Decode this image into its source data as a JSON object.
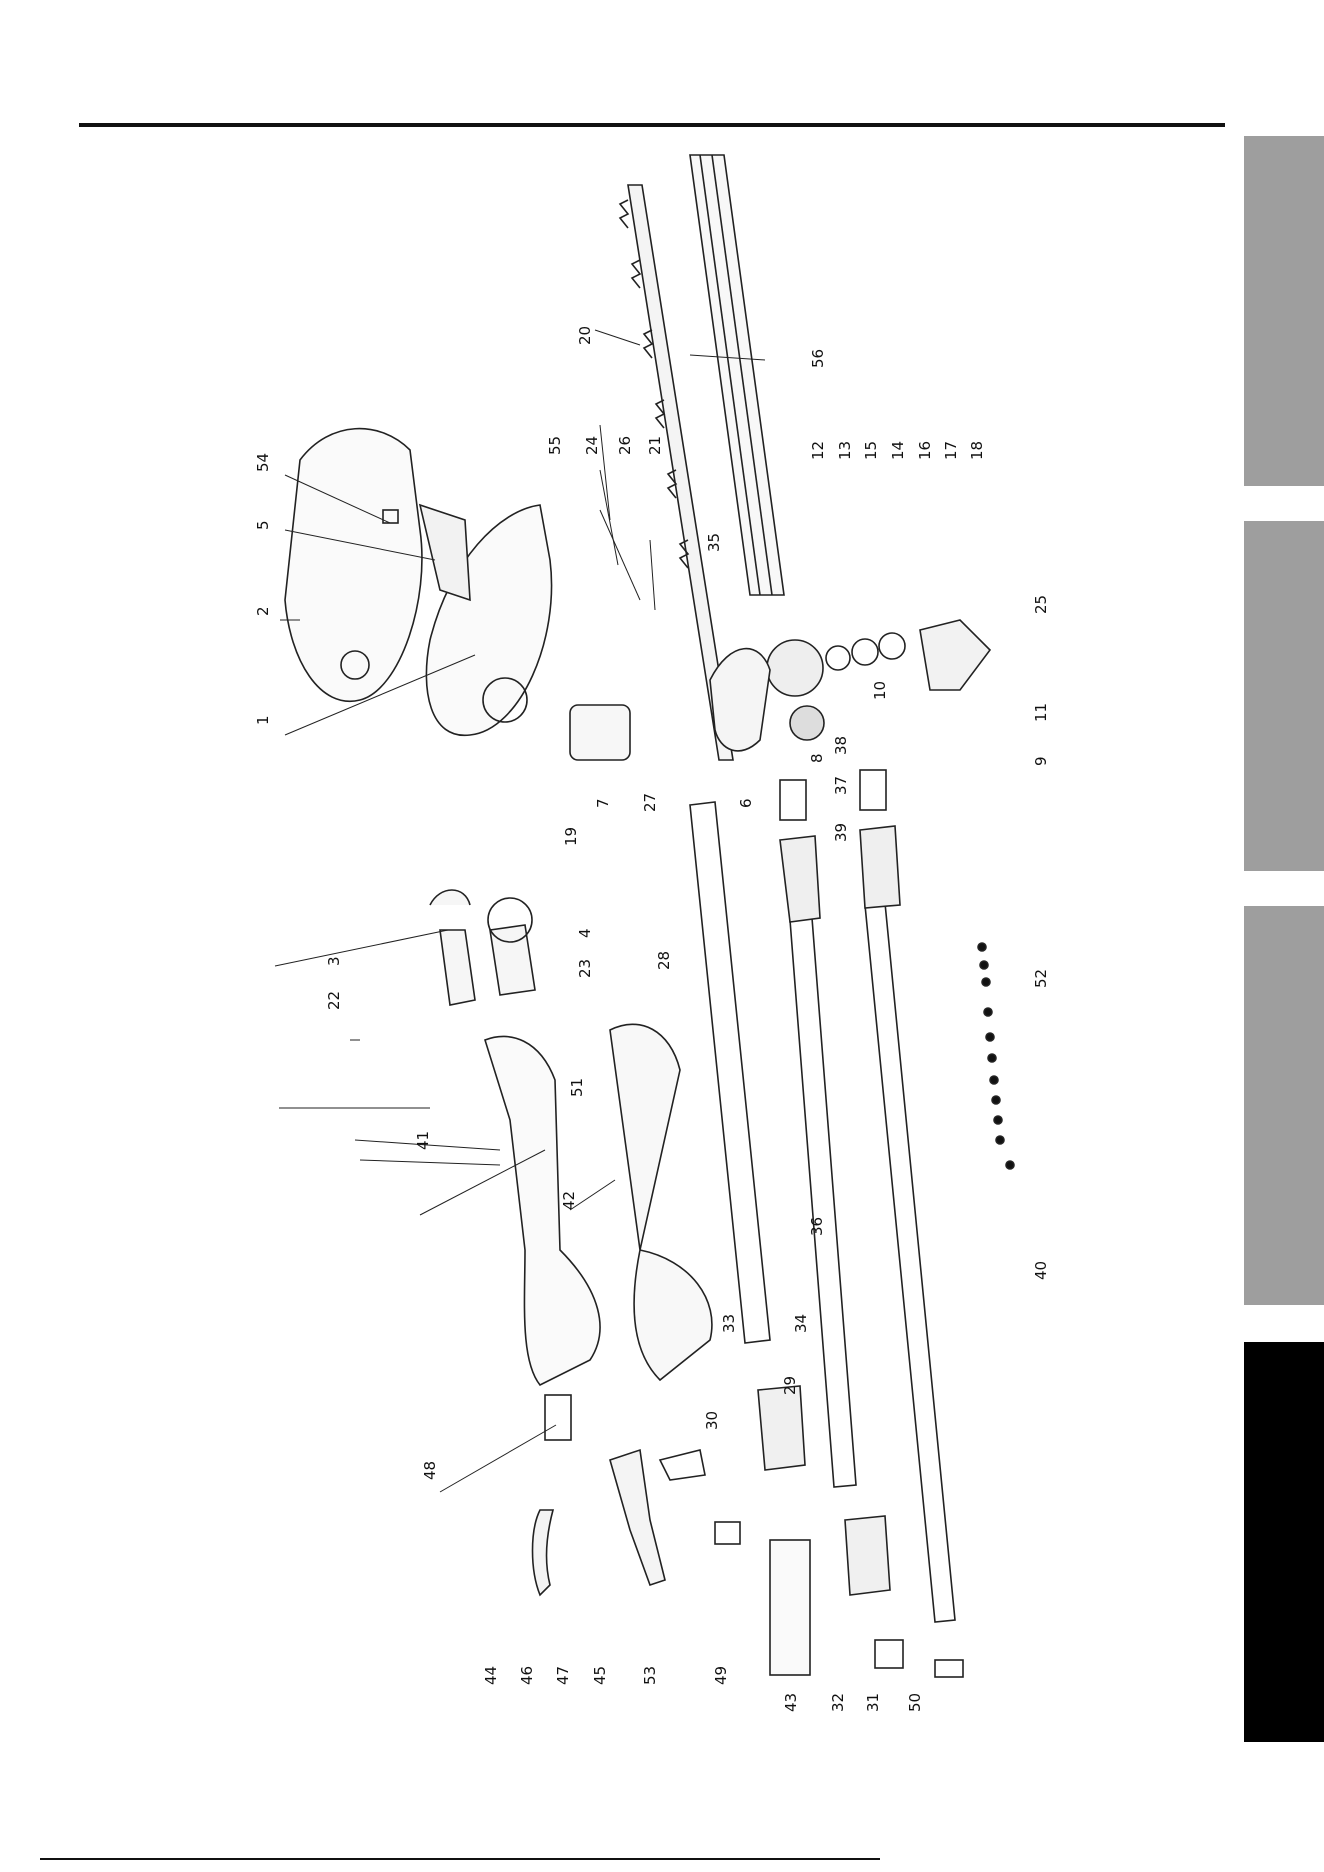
{
  "page": {
    "side_tabs": [
      "tab-1",
      "tab-2",
      "tab-3",
      "tab-4"
    ],
    "active_tab_color": "#000000",
    "inactive_tab_color": "#9e9e9e"
  },
  "diagram": {
    "part_numbers": [
      "1",
      "2",
      "3",
      "4",
      "5",
      "6",
      "7",
      "8",
      "9",
      "10",
      "11",
      "12",
      "13",
      "14",
      "15",
      "16",
      "17",
      "18",
      "19",
      "20",
      "21",
      "22",
      "23",
      "24",
      "25",
      "26",
      "27",
      "28",
      "29",
      "30",
      "31",
      "32",
      "33",
      "34",
      "35",
      "36",
      "37",
      "38",
      "39",
      "40",
      "41",
      "42",
      "43",
      "44",
      "45",
      "46",
      "47",
      "48",
      "49",
      "50",
      "51",
      "52",
      "53",
      "54",
      "55",
      "56"
    ]
  }
}
